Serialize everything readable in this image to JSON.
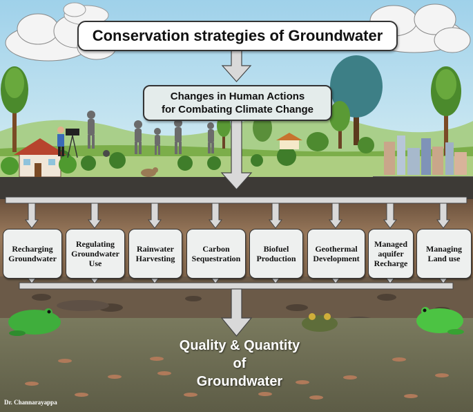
{
  "title": "Conservation strategies of Groundwater",
  "subtitle": {
    "line1": "Changes in Human Actions",
    "line2": "for Combating Climate Change"
  },
  "strategies": [
    {
      "lines": [
        "Recharging",
        "Groundwater"
      ]
    },
    {
      "lines": [
        "Regulating",
        "Groundwater",
        "Use"
      ]
    },
    {
      "lines": [
        "Rainwater",
        "Harvesting"
      ]
    },
    {
      "lines": [
        "Carbon",
        "Sequestration"
      ]
    },
    {
      "lines": [
        "Biofuel",
        "Production"
      ]
    },
    {
      "lines": [
        "Geothermal",
        "Development"
      ]
    },
    {
      "lines": [
        "Managed",
        "aquifer",
        "Recharge"
      ]
    },
    {
      "lines": [
        "Managing",
        "Land use"
      ]
    }
  ],
  "result": {
    "line1": "Quality & Quantity",
    "line2": "of",
    "line3": "Groundwater"
  },
  "credit": "Dr. Channarayappa",
  "colors": {
    "sky": "#bfe0ef",
    "grass": "#7cae4a",
    "soil_top": "#3d3a36",
    "soil_mid": "#8a6d54",
    "aquifer": "#6f6d54",
    "arrow_fill": "#d9d9d9",
    "box_fill": "#eef0ef"
  }
}
